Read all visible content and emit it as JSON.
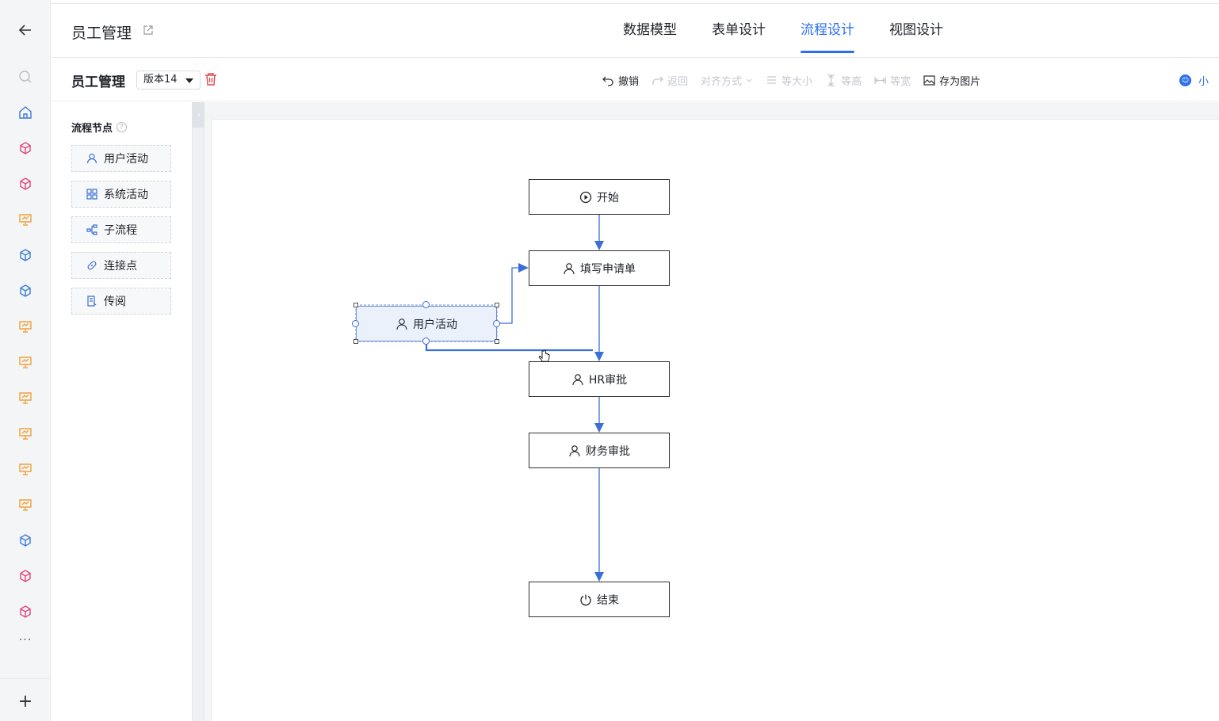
{
  "header": {
    "app_title": "员工管理",
    "tabs": [
      {
        "label": "数据模型"
      },
      {
        "label": "表单设计"
      },
      {
        "label": "流程设计",
        "active": true
      },
      {
        "label": "视图设计"
      }
    ]
  },
  "toolbar": {
    "doc_title": "员工管理",
    "version": "版本14",
    "undo": "撤销",
    "redo": "返回",
    "align": "对齐方式",
    "same_size": "等大小",
    "same_height": "等高",
    "same_width": "等宽",
    "save_image": "存为图片",
    "user": "小"
  },
  "panel": {
    "title": "流程节点",
    "items": [
      {
        "label": "用户活动",
        "icon": "user-icon"
      },
      {
        "label": "系统活动",
        "icon": "grid-icon"
      },
      {
        "label": "子流程",
        "icon": "subflow-icon"
      },
      {
        "label": "连接点",
        "icon": "link-icon"
      },
      {
        "label": "传阅",
        "icon": "circulate-icon"
      }
    ]
  },
  "flow": {
    "nodes": {
      "start": "开始",
      "fill": "填写申请单",
      "hr": "HR审批",
      "finance": "财务审批",
      "end": "结束",
      "dragging": "用户活动"
    }
  },
  "rail": {
    "more": "···",
    "add": "+"
  },
  "colors": {
    "accent": "#2b6ef2",
    "pink": "#e0457b",
    "blue": "#3a7bd5",
    "orange": "#f0a23a"
  }
}
